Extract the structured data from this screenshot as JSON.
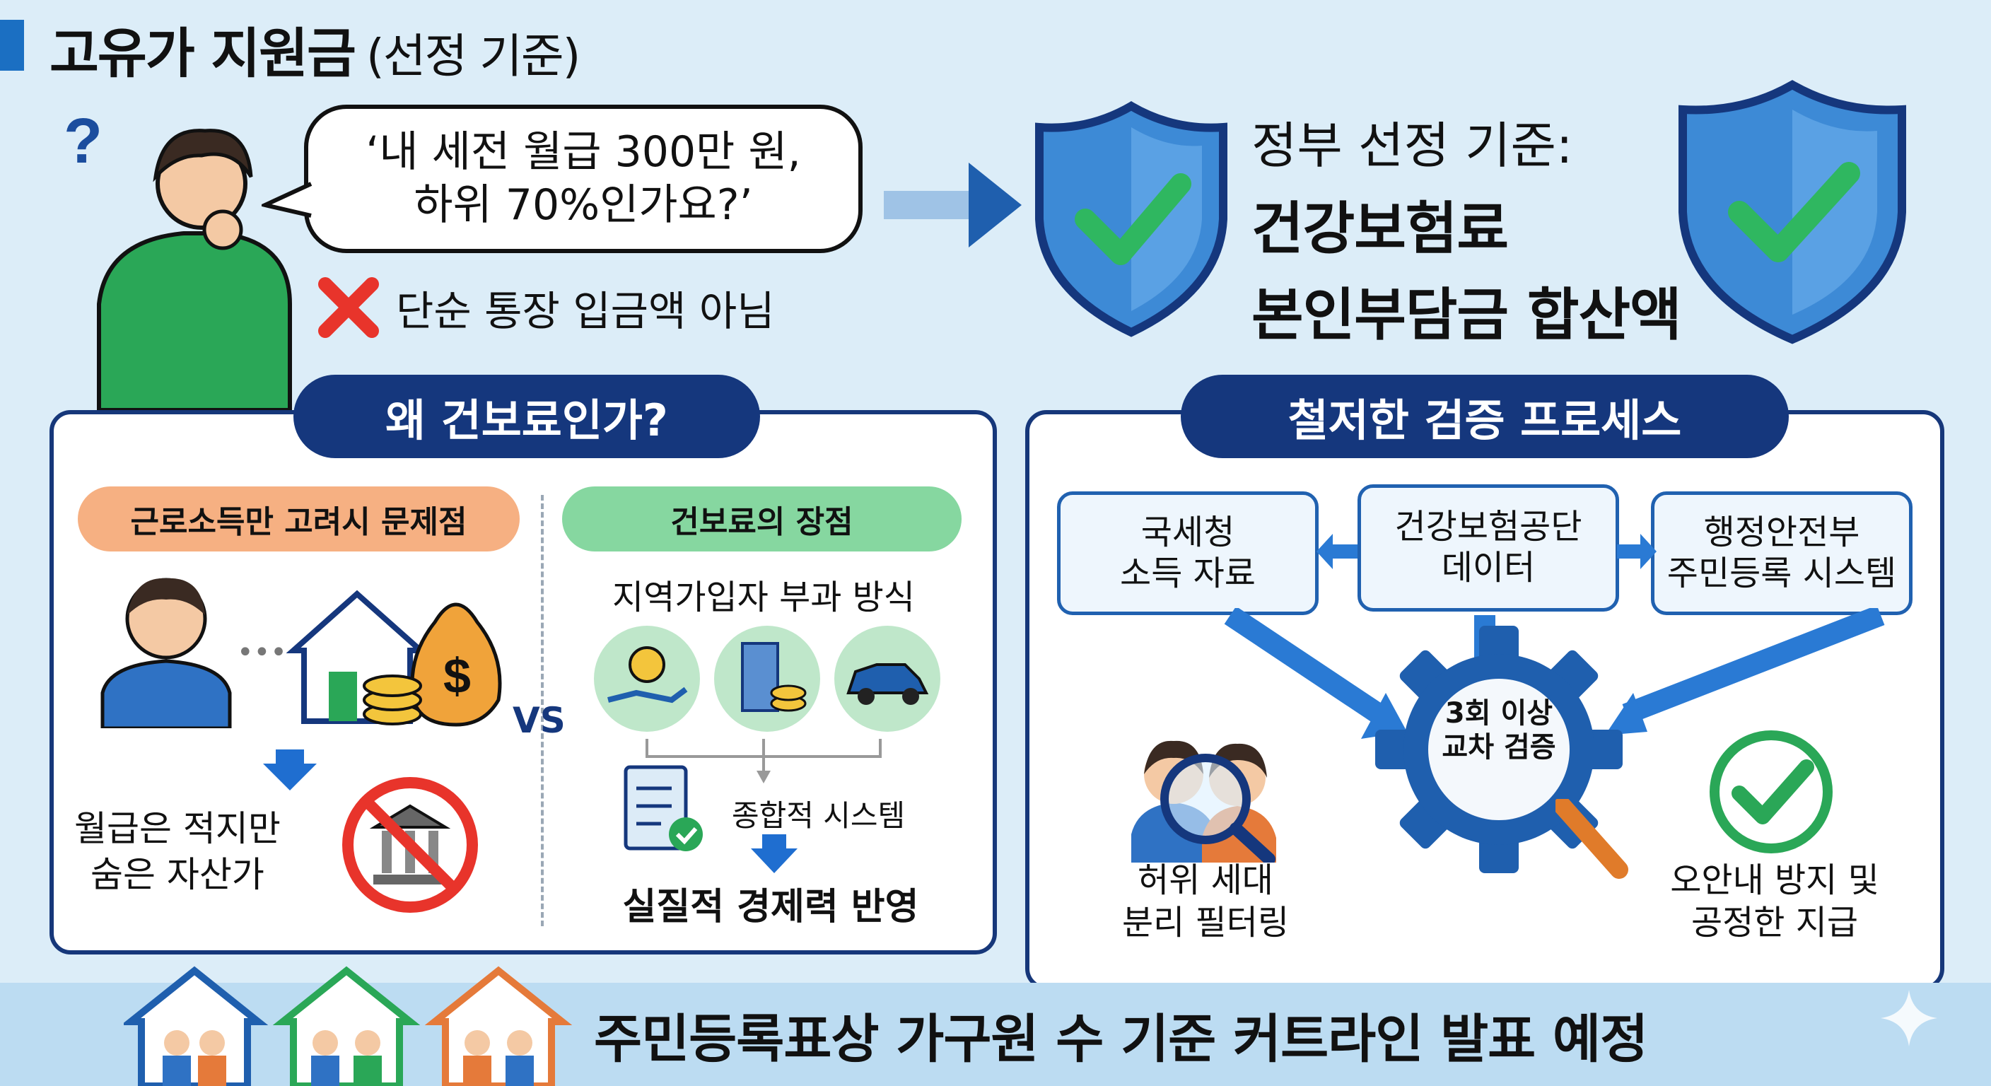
{
  "header": {
    "title": "고유가 지원금",
    "subtitle": "(선정 기준)"
  },
  "question_bubble": {
    "line1": "‘내 세전 월급 300만 원,",
    "line2": "하위 70%인가요?’"
  },
  "notice": {
    "text": "단순 통장 입금액 아님"
  },
  "government": {
    "line1": "정부 선정 기준:",
    "line2": "건강보험료",
    "line3": "본인부담금 합산액"
  },
  "why_panel": {
    "title": "왜 건보료인가?",
    "left_label": "근로소득만 고려시 문제점",
    "right_label": "건보료의 장점",
    "vs": "VS",
    "left_result_line1": "월급은 적지만",
    "left_result_line2": "숨은 자산가",
    "regional_method": "지역가입자 부과 방식",
    "system": "종합적 시스템",
    "result": "실질적 경제력 반영"
  },
  "verify_panel": {
    "title": "철저한 검증 프로세스",
    "source1_line1": "국세청",
    "source1_line2": "소득 자료",
    "source2_line1": "건강보험공단",
    "source2_line2": "데이터",
    "source3_line1": "행정안전부",
    "source3_line2": "주민등록 시스템",
    "gear_line1": "3회 이상",
    "gear_line2": "교차 검증",
    "outcome1_line1": "허위 세대",
    "outcome1_line2": "분리 필터링",
    "outcome2_line1": "오안내 방지 및",
    "outcome2_line2": "공정한 지급"
  },
  "footer": {
    "text": "주민등록표상 가구원 수 기준 커트라인 발표 예정"
  },
  "colors": {
    "navy": "#15377d",
    "blue": "#1f5fae",
    "orange": "#f6b082",
    "green": "#86d7a0",
    "red": "#e8342b"
  },
  "icons": [
    "question-icon",
    "x-icon",
    "shield-check-icon",
    "arrow-icon",
    "house-icon",
    "money-bag-icon",
    "bank-forbidden-icon",
    "coin-hand-icon",
    "building-icon",
    "car-icon",
    "document-check-icon",
    "gear-icon",
    "magnifier-icon",
    "check-circle-icon",
    "sparkle-icon"
  ]
}
